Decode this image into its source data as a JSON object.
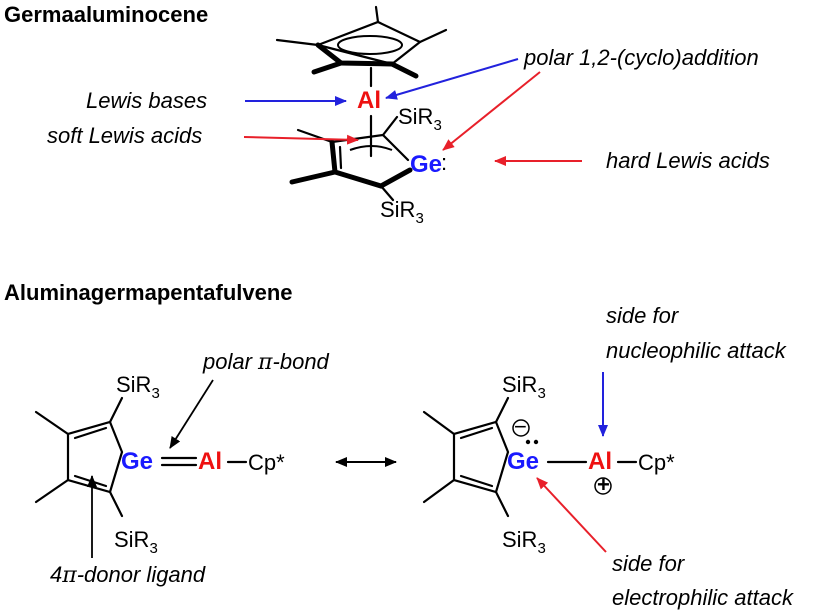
{
  "top": {
    "title": "Germaaluminocene",
    "labels": {
      "lewis_bases": "Lewis bases",
      "soft_lewis_acids": "soft Lewis acids",
      "polar_addition": "polar 1,2-(cyclo)addition",
      "hard_lewis_acids": "hard Lewis acids"
    },
    "atoms": {
      "al": "Al",
      "ge": "Ge",
      "ge_lone_pair": ":",
      "sir3_top": "SiR",
      "sir3_bottom": "SiR",
      "subscript": "3"
    }
  },
  "bottom": {
    "title": "Aluminagermapentafulvene",
    "labels": {
      "polar_pi_bond_prefix": "polar ",
      "pi": "π",
      "polar_pi_bond_suffix": "-bond",
      "donor_prefix": "4",
      "donor_suffix": "-donor ligand",
      "nucleophilic_line1": "side for",
      "nucleophilic_line2": "nucleophilic attack",
      "electrophilic_line1": "side for",
      "electrophilic_line2": "electrophilic attack"
    },
    "left": {
      "ge": "Ge",
      "al": "Al",
      "cp": "Cp*",
      "sir3_top": "SiR",
      "sir3_bottom": "SiR",
      "subscript": "3"
    },
    "right": {
      "ge": "Ge",
      "al": "Al",
      "cp": "Cp*",
      "sir3_top": "SiR",
      "sir3_bottom": "SiR",
      "subscript": "3",
      "minus": "−",
      "plus": "+"
    }
  },
  "colors": {
    "blue": "#2222dd",
    "red": "#e8202a",
    "atom_blue": "#1a1aff",
    "atom_red": "#ee1111"
  }
}
